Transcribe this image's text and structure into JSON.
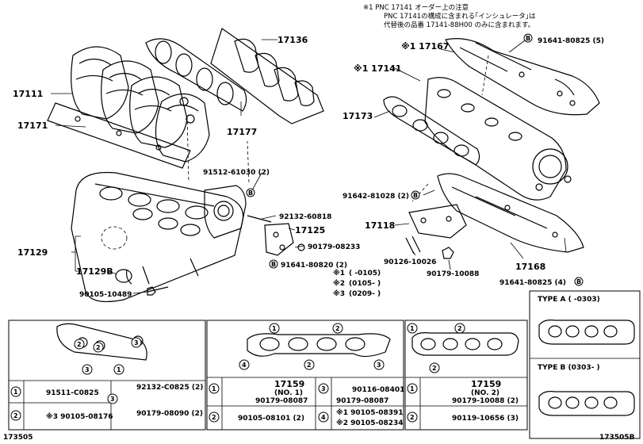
{
  "notes": {
    "line1": "※1 PNC 17141 オーダー上の注意",
    "line2": "PNC 17141の構成に含まれる｢インシュレータ｣は",
    "line3": "代替後の品番 17141-88H00 のみに含まれます。"
  },
  "labels": {
    "p17136": "17136",
    "p17111": "17111",
    "p17171": "17171",
    "p17177": "17177",
    "p17167": "※1 17167",
    "p17141": "※1 17141",
    "p17173": "17173",
    "b91641_5": "91641-80825 (5)",
    "b91512": "91512-61030 (2)",
    "b91642": "91642-81028 (2)",
    "b92132": "92132-60818",
    "p17125": "17125",
    "p17118": "17118",
    "p17129": "17129",
    "p17129b": "17129B",
    "b90179_8233": "90179-08233",
    "b91641_0820": "91641-80820 (2)",
    "b90126": "90126-10026",
    "b90179_088": "90179-10088",
    "p17168": "17168",
    "b91641_4": "91641-80825 (4)",
    "b90105_489": "90105-10489"
  },
  "applicability": [
    {
      "mark": "※1",
      "range": "(      -0105)"
    },
    {
      "mark": "※2",
      "range": "(0105-       )"
    },
    {
      "mark": "※3",
      "range": "(0209-       )"
    }
  ],
  "type_a": "TYPE A (      -0303)",
  "type_b": "TYPE B (0303-       )",
  "kit1": {
    "rows": [
      {
        "num": "1",
        "part": "91511-C0825"
      },
      {
        "num": "2",
        "part": "※3 90105-08176"
      }
    ],
    "row3_num": "3",
    "row3_parts": [
      "92132-C0825 (2)",
      "90179-08090 (2)"
    ]
  },
  "kit2": {
    "top_part": "17159",
    "top_sub": "(NO. 1)",
    "rows": [
      {
        "num": "1",
        "part": "90179-08087"
      },
      {
        "num": "2",
        "part": "90105-08101 (2)"
      }
    ],
    "r3_num": "3",
    "r3_part_a": "90116-08401",
    "r3_part_b": "90179-08087",
    "r4_num": "4",
    "r4_a": "※1 90105-08391",
    "r4_b": "※2 90105-08234"
  },
  "kit3": {
    "top_part": "17159",
    "top_sub": "(NO. 2)",
    "rows": [
      {
        "num": "1",
        "part": "90179-10088 (2)"
      },
      {
        "num": "2",
        "part": "90119-10656 (3)"
      }
    ]
  },
  "footer": {
    "left": "173505",
    "right": "173505B"
  },
  "callout_b": "B",
  "circled": [
    "1",
    "2",
    "3",
    "4"
  ]
}
